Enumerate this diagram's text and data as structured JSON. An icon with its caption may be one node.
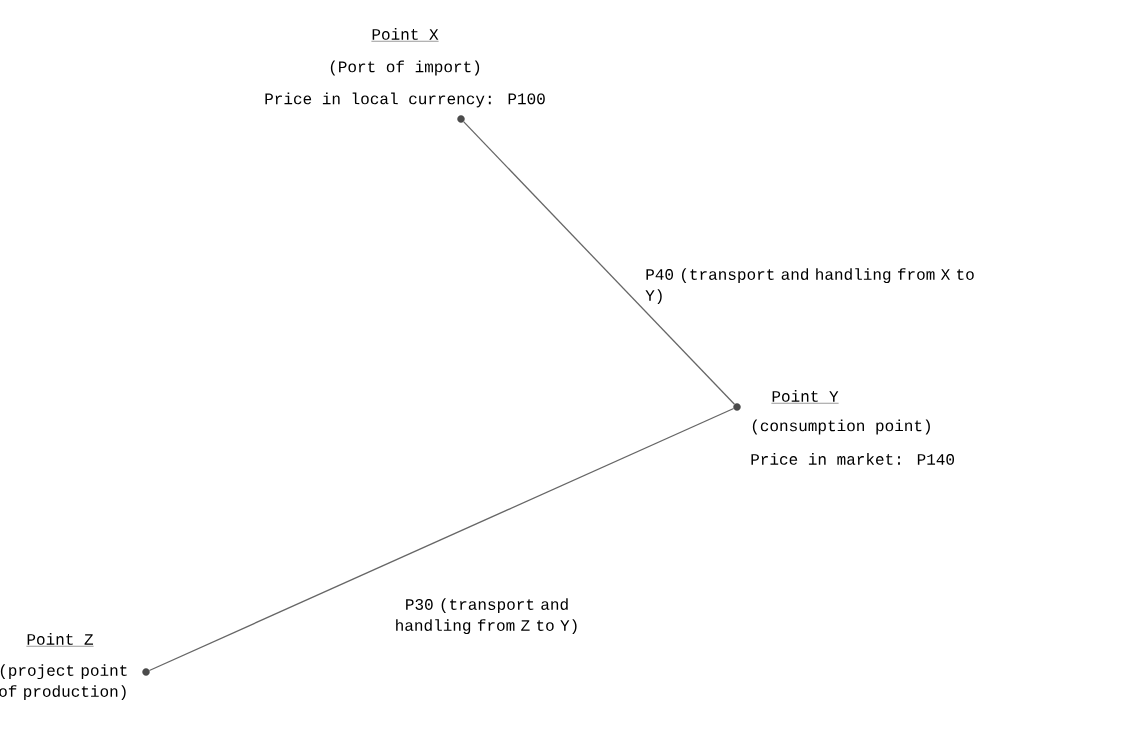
{
  "diagram": {
    "nodes": [
      {
        "text": [],
        "shape": "circle",
        "beside": [
          "Point X",
          "(Port of import)",
          "Price in local currency: P100"
        ]
      },
      {
        "text": [],
        "shape": "circle",
        "beside": [
          "Point Y",
          "(consumption point)",
          "Price in market: P140"
        ]
      },
      {
        "text": [],
        "shape": "circle",
        "beside": [
          "Point Z",
          "(project point of production)"
        ]
      }
    ],
    "edges": [
      {
        "from": 0,
        "to": 1,
        "arrow": "none",
        "label": "P40 (transport and handling from X to Y)"
      },
      {
        "from": 2,
        "to": 1,
        "arrow": "none",
        "label": "P30 (transport and handling from Z to Y)"
      }
    ]
  }
}
